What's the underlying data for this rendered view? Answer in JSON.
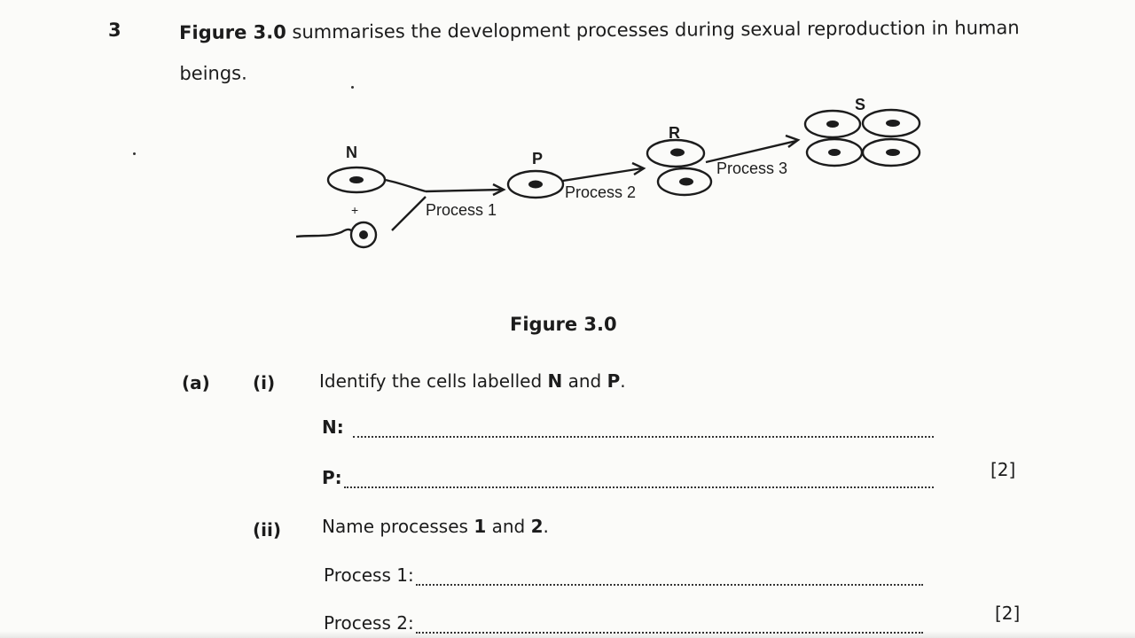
{
  "question": {
    "number": "3",
    "intro_bold": "Figure 3.0",
    "intro_rest": " summarises the development processes during sexual reproduction in human beings."
  },
  "figure": {
    "labels": {
      "n": "N",
      "p": "P",
      "r": "R",
      "s": "S",
      "plus": "+",
      "process1": "Process 1",
      "process2": "Process 2",
      "process3": "Process 3"
    },
    "caption": "Figure 3.0"
  },
  "part_a": {
    "label": "(a)",
    "i": {
      "label": "(i)",
      "text_pre": "Identify the cells labelled ",
      "n_bold": "N",
      "text_mid": " and ",
      "p_bold": "P",
      "text_end": ".",
      "answer_n": "N:",
      "answer_p": "P:",
      "marks": "[2]"
    },
    "ii": {
      "label": "(ii)",
      "text_pre": "Name processes ",
      "one_bold": "1",
      "text_mid": " and ",
      "two_bold": "2",
      "text_end": ".",
      "answer_1": "Process 1:",
      "answer_2": "Process 2:",
      "marks": "[2]"
    }
  }
}
